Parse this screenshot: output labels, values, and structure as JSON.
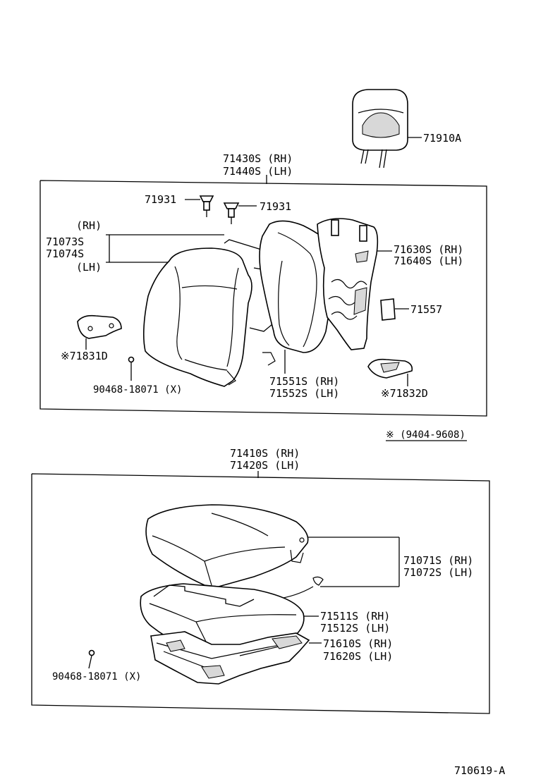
{
  "diagram": {
    "labels": {
      "headrest": "71910A",
      "back_assy_rh": "71430S (RH)",
      "back_assy_lh": "71440S (LH)",
      "support_left": "71931",
      "support_right": "71931",
      "cover_rh_tag": "(RH)",
      "cover_rh": "71073S",
      "cover_lh": "71074S",
      "cover_lh_tag": "(LH)",
      "frame_rh": "71630S (RH)",
      "frame_lh": "71640S (LH)",
      "pad_part": "71557",
      "hinge_cover_left": "※71831D",
      "clip_top": "90468-18071 (X)",
      "pad_rh": "71551S (RH)",
      "pad_lh": "71552S (LH)",
      "hinge_cover_right": "※71832D",
      "date_note": "※ (9404-9608)",
      "cushion_assy_rh": "71410S (RH)",
      "cushion_assy_lh": "71420S (LH)",
      "cushion_cover_rh": "71071S (RH)",
      "cushion_cover_lh": "71072S (LH)",
      "cushion_pad_rh": "71511S (RH)",
      "cushion_pad_lh": "71512S (LH)",
      "track_rh": "71610S (RH)",
      "track_lh": "71620S (LH)",
      "clip_bottom": "90468-18071 (X)",
      "drawing_number": "710619-A"
    }
  }
}
